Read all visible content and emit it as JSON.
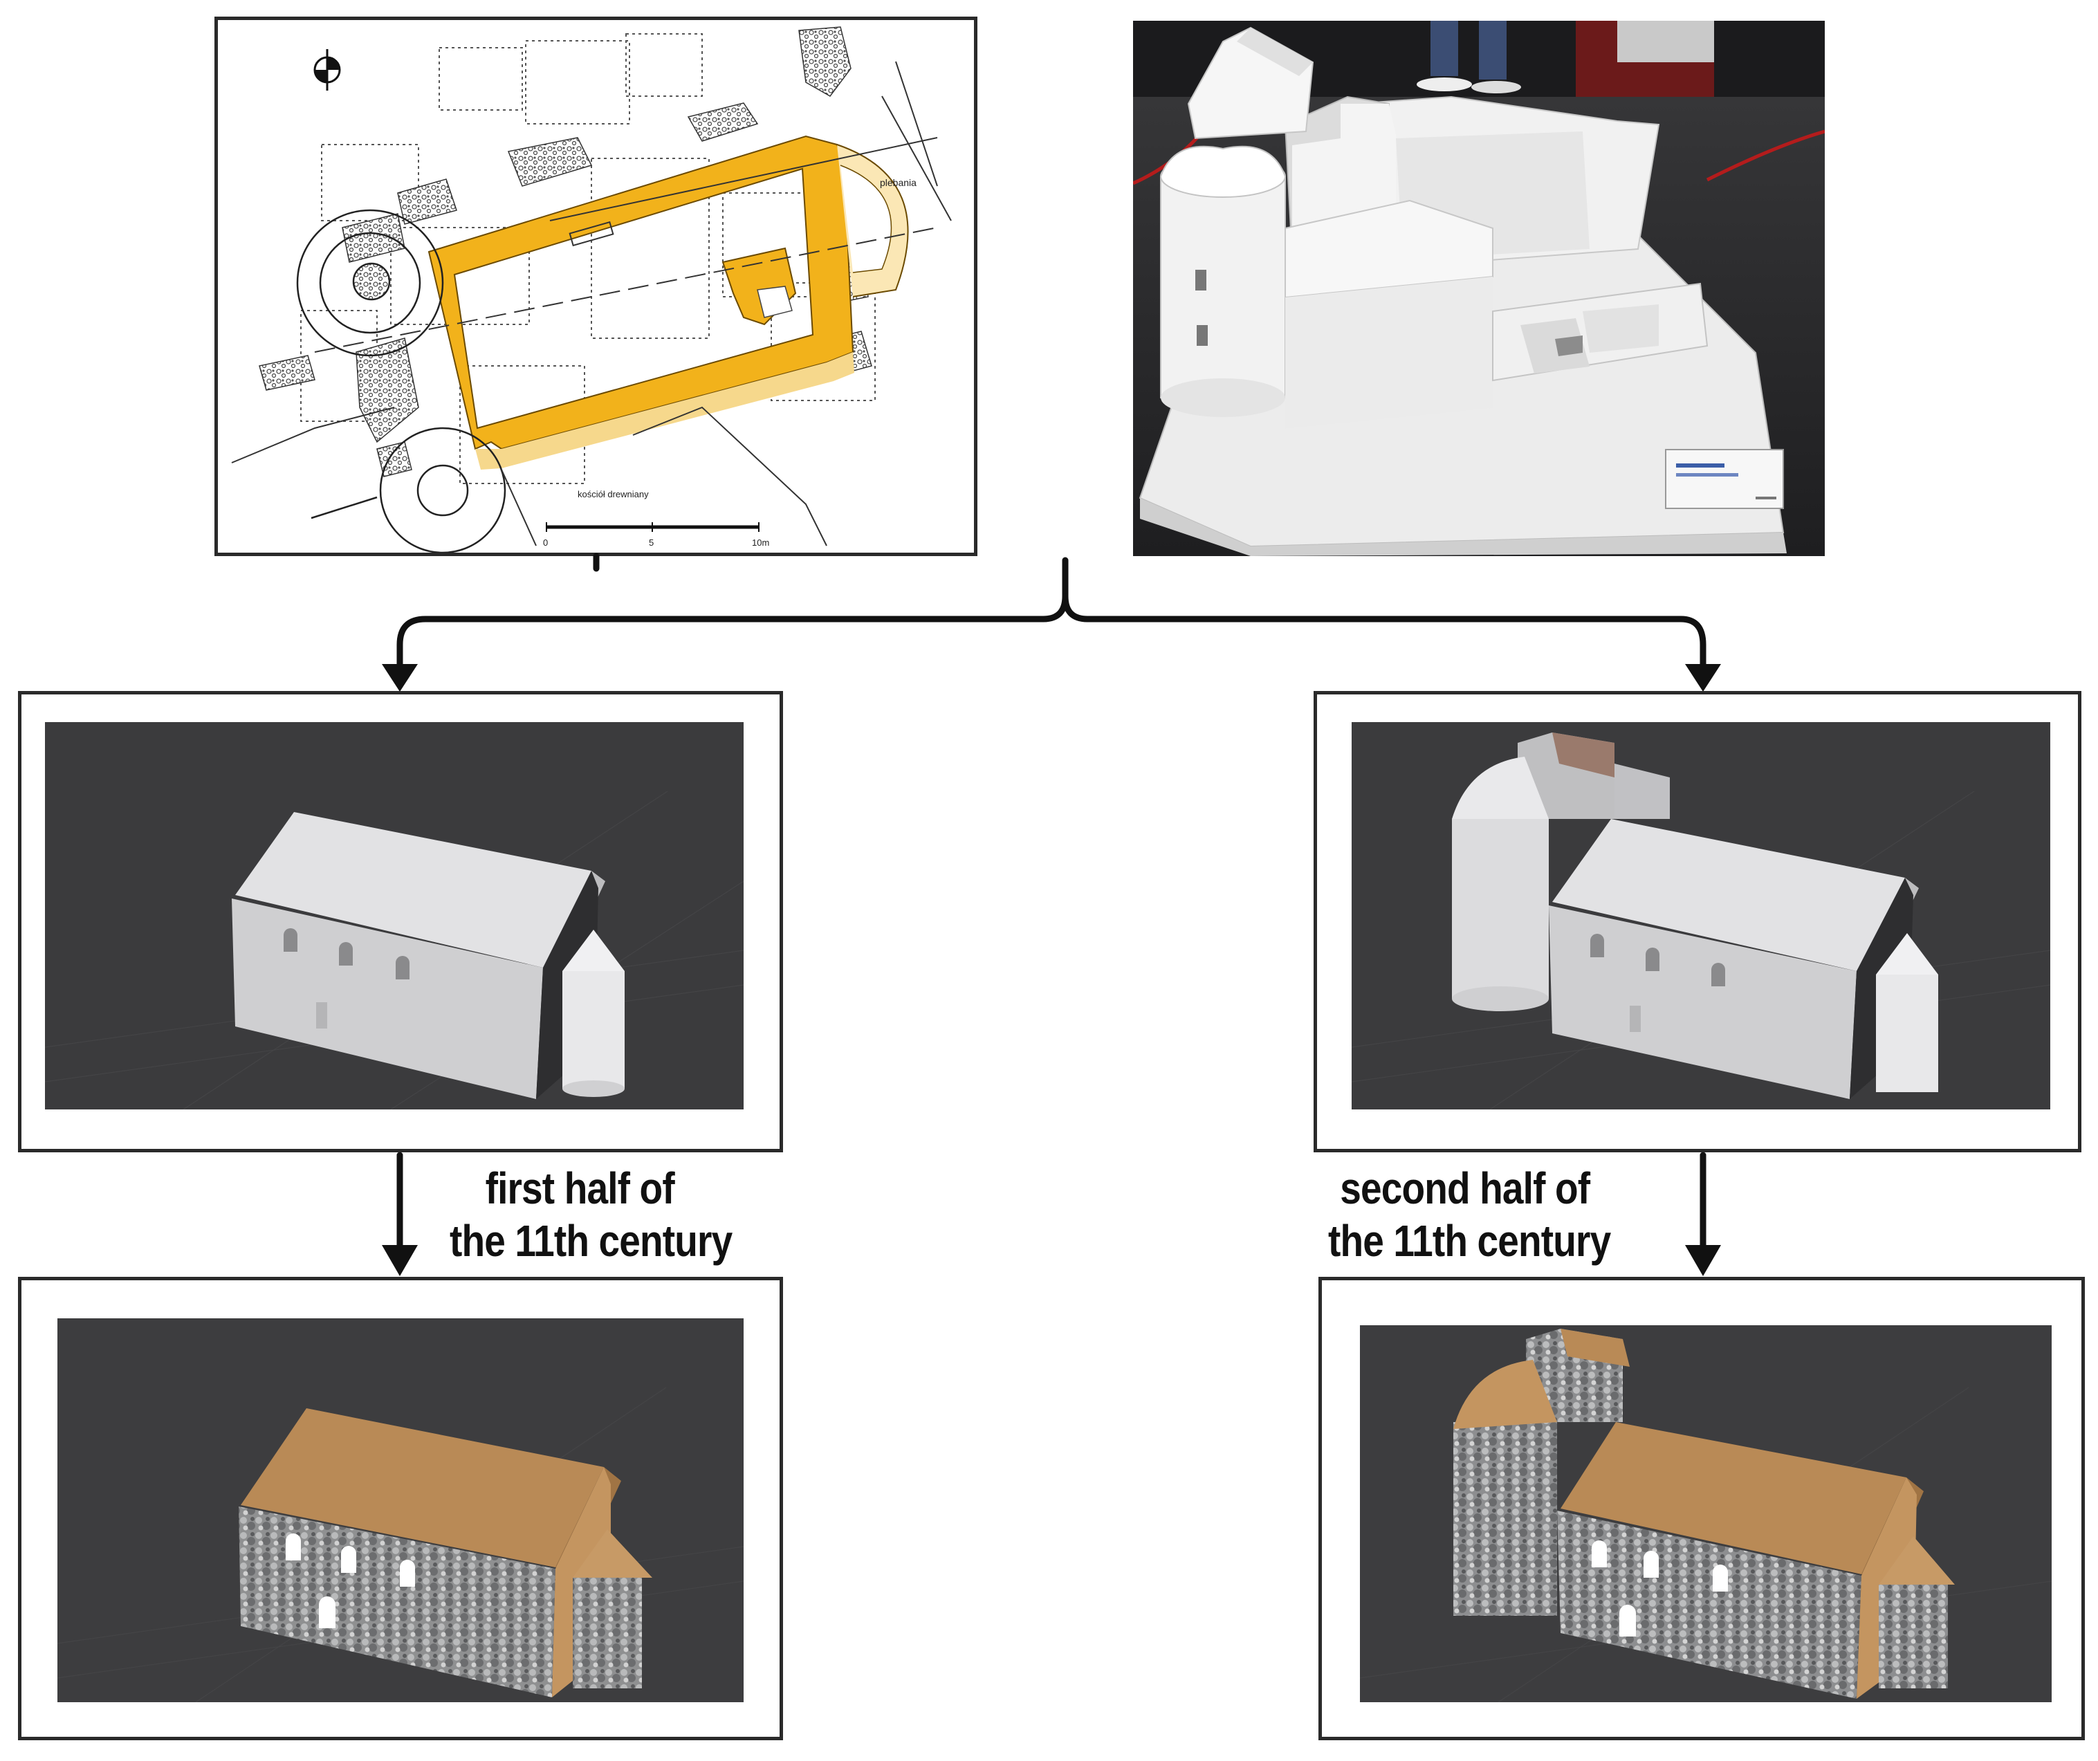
{
  "plan": {
    "label_plebania": "plebania",
    "label_church": "kościół drewniany",
    "scale_ticks": [
      "0",
      "5",
      "10m"
    ]
  },
  "captions": {
    "left": {
      "line1": "first half of",
      "line2": "the 11th century"
    },
    "right": {
      "line1": "second half of",
      "line2": "the 11th century"
    }
  },
  "colors": {
    "plan_highlight": "#f2b21b",
    "render_background": "#3b3b3d",
    "roof": "#b98a56",
    "plaster": "#d9d9db",
    "arrow": "#111111"
  }
}
